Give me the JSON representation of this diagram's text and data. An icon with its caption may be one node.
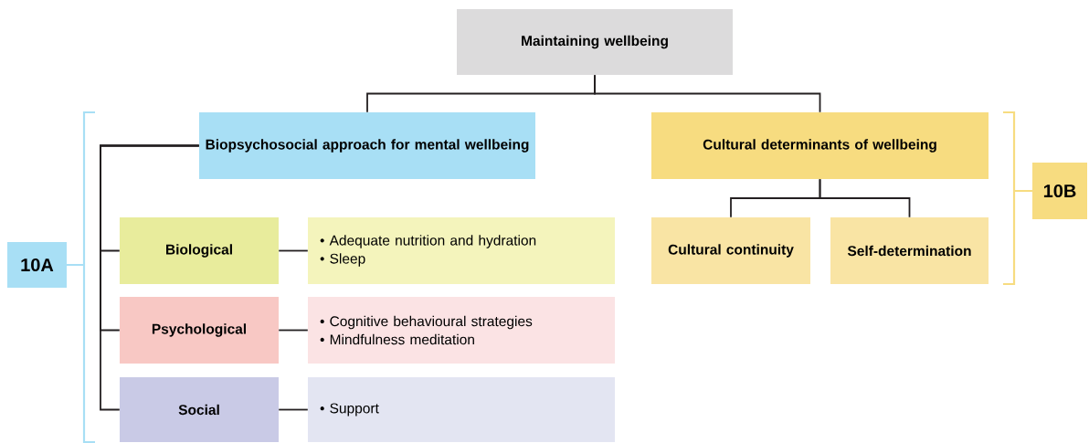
{
  "diagram": {
    "nodes": [
      {
        "text": [
          "Maintaining wellbeing"
        ]
      },
      {
        "text": [
          "Biopsychosocial approach for mental wellbeing"
        ]
      },
      {
        "text": [
          "Cultural determinants of wellbeing"
        ]
      },
      {
        "text": [
          "Biological"
        ]
      },
      {
        "text": [
          "• Adequate nutrition and hydration",
          "• Sleep"
        ]
      },
      {
        "text": [
          "Psychological"
        ]
      },
      {
        "text": [
          "• Cognitive behavioural strategies",
          "• Mindfulness meditation"
        ]
      },
      {
        "text": [
          "Social"
        ]
      },
      {
        "text": [
          "• Support"
        ]
      },
      {
        "text": [
          "Cultural continuity"
        ]
      },
      {
        "text": [
          "Self-determination"
        ]
      },
      {
        "text": [
          "10A"
        ]
      },
      {
        "text": [
          "10B"
        ]
      }
    ],
    "edges": [
      {
        "from": 0,
        "to": 1,
        "arrow": "none"
      },
      {
        "from": 0,
        "to": 2,
        "arrow": "none"
      },
      {
        "from": 1,
        "to": 3,
        "arrow": "none"
      },
      {
        "from": 1,
        "to": 5,
        "arrow": "none"
      },
      {
        "from": 1,
        "to": 7,
        "arrow": "none"
      },
      {
        "from": 3,
        "to": 4,
        "arrow": "none"
      },
      {
        "from": 5,
        "to": 6,
        "arrow": "none"
      },
      {
        "from": 7,
        "to": 8,
        "arrow": "none"
      },
      {
        "from": 2,
        "to": 9,
        "arrow": "none"
      },
      {
        "from": 2,
        "to": 10,
        "arrow": "none"
      }
    ]
  }
}
